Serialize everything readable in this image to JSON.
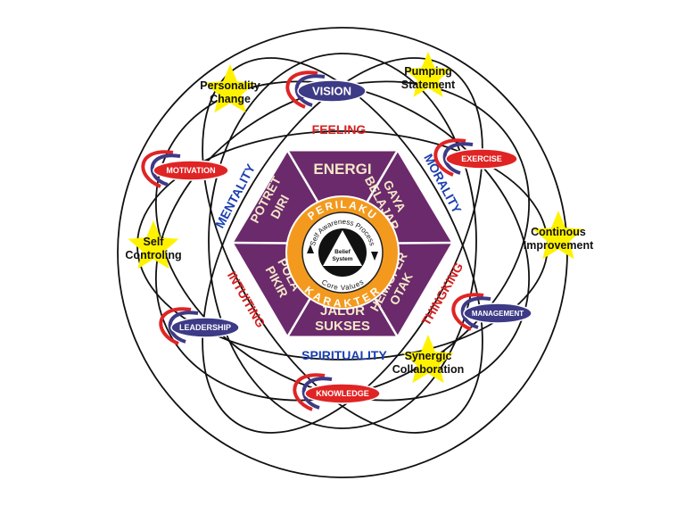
{
  "colors": {
    "orbit": "#111111",
    "hexagon": "#6b2a6b",
    "hexagon_text": "#f3e7c8",
    "ring_orange": "#f39a1e",
    "red_label": "#d42020",
    "blue_label": "#1b3fb0",
    "red_oval": "#e02424",
    "blue_oval": "#3d3a86",
    "star": "#fff200"
  },
  "hexagon": {
    "top": "ENERGI",
    "upper_right": [
      "GAYA",
      "BELAJAR"
    ],
    "lower_right": [
      "HEMISFER",
      "OTAK"
    ],
    "bottom": [
      "JALUR",
      "SUKSES"
    ],
    "lower_left": [
      "POLA",
      "PIKIR"
    ],
    "upper_left": [
      "POTRET",
      "DIRI"
    ]
  },
  "core": {
    "ring_top": "PERILAKU",
    "ring_bottom": "KARAKTER",
    "inner_top": "Self Awareness Process",
    "inner_bottom": "Core Values",
    "center": [
      "Belief",
      "System"
    ]
  },
  "dimensions": {
    "top": "FEELING",
    "upper_right": "MORALITY",
    "lower_right": "THINGKING",
    "bottom": "SPIRITUALITY",
    "lower_left": "INTUITING",
    "upper_left": "MENTALITY"
  },
  "ovals": [
    {
      "id": "vision",
      "label": "VISION",
      "color": "blue"
    },
    {
      "id": "exercise",
      "label": "EXERCISE",
      "color": "red"
    },
    {
      "id": "management",
      "label": "MANAGEMENT",
      "color": "blue"
    },
    {
      "id": "knowledge",
      "label": "KNOWLEDGE",
      "color": "red"
    },
    {
      "id": "leadership",
      "label": "LEADERSHIP",
      "color": "blue"
    },
    {
      "id": "motivation",
      "label": "MOTIVATION",
      "color": "red"
    }
  ],
  "stars": [
    {
      "id": "personality-change",
      "lines": [
        "Personality",
        "Change"
      ]
    },
    {
      "id": "pumping-statement",
      "lines": [
        "Pumping",
        "Statement"
      ]
    },
    {
      "id": "continous-improvement",
      "lines": [
        "Continous",
        "Improvement"
      ]
    },
    {
      "id": "synergic-collaboration",
      "lines": [
        "Synergic",
        "Collaboration"
      ]
    },
    {
      "id": "self-controling",
      "lines": [
        "Self",
        "Controling"
      ]
    }
  ]
}
